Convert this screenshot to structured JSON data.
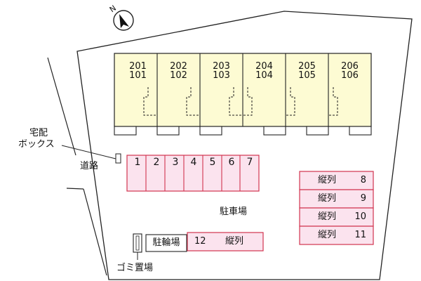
{
  "compass": {
    "letter": "N"
  },
  "building": {
    "units": [
      {
        "upper": "201",
        "lower": "101"
      },
      {
        "upper": "202",
        "lower": "102"
      },
      {
        "upper": "203",
        "lower": "103"
      },
      {
        "upper": "204",
        "lower": "104"
      },
      {
        "upper": "205",
        "lower": "105"
      },
      {
        "upper": "206",
        "lower": "106"
      }
    ]
  },
  "labels": {
    "delivery_box_1": "宅配",
    "delivery_box_2": "ボックス",
    "road": "道路",
    "parking": "駐車場",
    "bicycle_parking": "駐輪場",
    "garbage": "ゴミ置場"
  },
  "parking_row": [
    "1",
    "2",
    "3",
    "4",
    "5",
    "6",
    "7"
  ],
  "tandem_spaces": [
    {
      "label": "縦列",
      "number": "8"
    },
    {
      "label": "縦列",
      "number": "9"
    },
    {
      "label": "縦列",
      "number": "10"
    },
    {
      "label": "縦列",
      "number": "11"
    }
  ],
  "space_12": {
    "number": "12",
    "label": "縦列"
  },
  "colors": {
    "building_fill": "#fdfbd3",
    "parking_fill": "#fbe3ee",
    "parking_stroke": "#d2344f",
    "outline": "#222222"
  }
}
